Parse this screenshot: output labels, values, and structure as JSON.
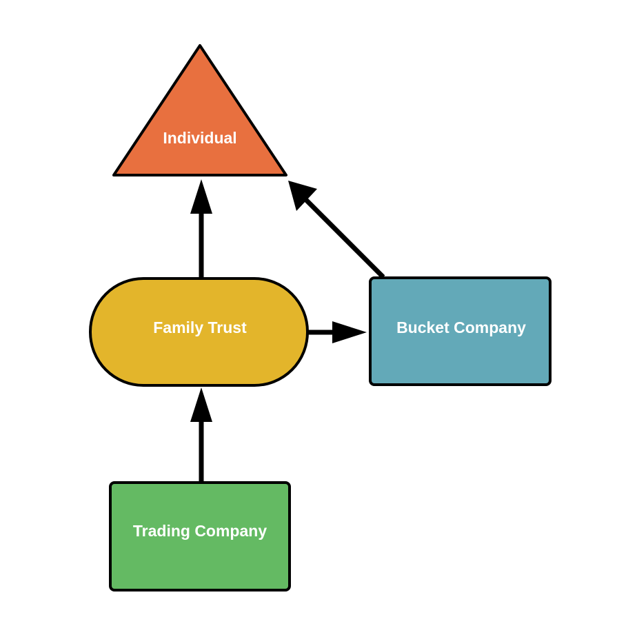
{
  "nodes": {
    "individual": {
      "label": "Individual",
      "shape": "triangle",
      "color": "#E8703F"
    },
    "family_trust": {
      "label": "Family Trust",
      "shape": "stadium",
      "color": "#E3B52B"
    },
    "bucket_company": {
      "label": "Bucket Company",
      "shape": "rectangle",
      "color": "#63A9B8"
    },
    "trading_company": {
      "label": "Trading Company",
      "shape": "rectangle",
      "color": "#64BA63"
    }
  },
  "edges": [
    {
      "from": "Trading Company",
      "to": "Family Trust"
    },
    {
      "from": "Family Trust",
      "to": "Individual"
    },
    {
      "from": "Family Trust",
      "to": "Bucket Company"
    },
    {
      "from": "Bucket Company",
      "to": "Individual"
    }
  ]
}
